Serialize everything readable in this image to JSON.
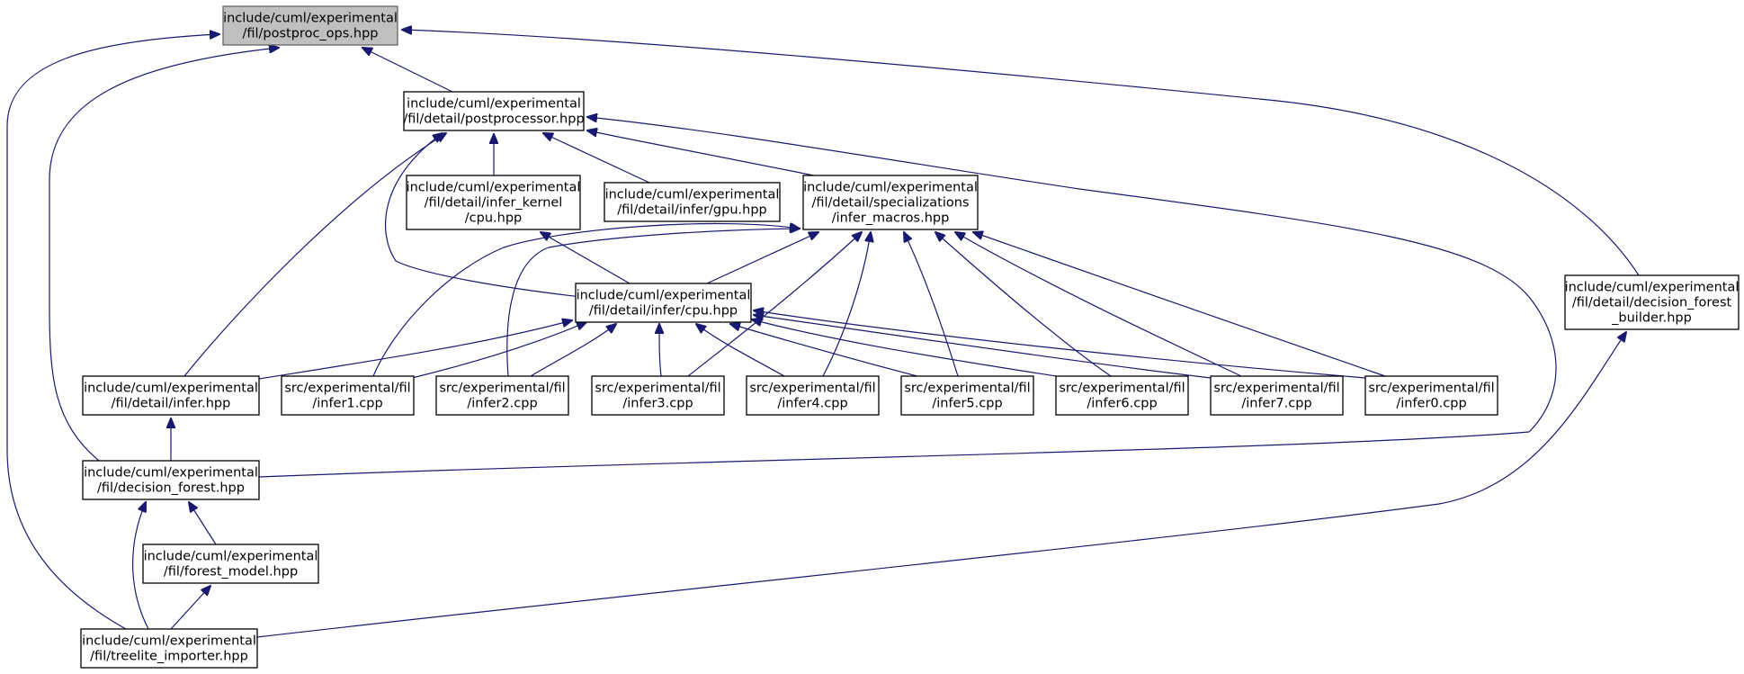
{
  "diagram": {
    "type": "include-dependency-graph",
    "edge_color": "#191970",
    "current_node_fill": "#bfbfbf",
    "nodes": [
      {
        "id": "postproc_ops",
        "lines": [
          "include/cuml/experimental",
          "/fil/postproc_ops.hpp"
        ],
        "current": true
      },
      {
        "id": "postprocessor",
        "lines": [
          "include/cuml/experimental",
          "/fil/detail/postprocessor.hpp"
        ]
      },
      {
        "id": "infer_kernel_cpu",
        "lines": [
          "include/cuml/experimental",
          "/fil/detail/infer_kernel",
          "/cpu.hpp"
        ]
      },
      {
        "id": "infer_gpu",
        "lines": [
          "include/cuml/experimental",
          "/fil/detail/infer/gpu.hpp"
        ]
      },
      {
        "id": "infer_macros",
        "lines": [
          "include/cuml/experimental",
          "/fil/detail/specializations",
          "/infer_macros.hpp"
        ]
      },
      {
        "id": "infer_cpu",
        "lines": [
          "include/cuml/experimental",
          "/fil/detail/infer/cpu.hpp"
        ]
      },
      {
        "id": "decision_forest_builder",
        "lines": [
          "include/cuml/experimental",
          "/fil/detail/decision_forest",
          "_builder.hpp"
        ]
      },
      {
        "id": "detail_infer",
        "lines": [
          "include/cuml/experimental",
          "/fil/detail/infer.hpp"
        ]
      },
      {
        "id": "infer1",
        "lines": [
          "src/experimental/fil",
          "/infer1.cpp"
        ]
      },
      {
        "id": "infer2",
        "lines": [
          "src/experimental/fil",
          "/infer2.cpp"
        ]
      },
      {
        "id": "infer3",
        "lines": [
          "src/experimental/fil",
          "/infer3.cpp"
        ]
      },
      {
        "id": "infer4",
        "lines": [
          "src/experimental/fil",
          "/infer4.cpp"
        ]
      },
      {
        "id": "infer5",
        "lines": [
          "src/experimental/fil",
          "/infer5.cpp"
        ]
      },
      {
        "id": "infer6",
        "lines": [
          "src/experimental/fil",
          "/infer6.cpp"
        ]
      },
      {
        "id": "infer7",
        "lines": [
          "src/experimental/fil",
          "/infer7.cpp"
        ]
      },
      {
        "id": "infer0",
        "lines": [
          "src/experimental/fil",
          "/infer0.cpp"
        ]
      },
      {
        "id": "decision_forest",
        "lines": [
          "include/cuml/experimental",
          "/fil/decision_forest.hpp"
        ]
      },
      {
        "id": "forest_model",
        "lines": [
          "include/cuml/experimental",
          "/fil/forest_model.hpp"
        ]
      },
      {
        "id": "treelite_importer",
        "lines": [
          "include/cuml/experimental",
          "/fil/treelite_importer.hpp"
        ]
      }
    ],
    "edges": [
      {
        "from": "postprocessor",
        "to": "postproc_ops"
      },
      {
        "from": "decision_forest_builder",
        "to": "postproc_ops"
      },
      {
        "from": "decision_forest",
        "to": "postproc_ops"
      },
      {
        "from": "treelite_importer",
        "to": "postproc_ops"
      },
      {
        "from": "infer_kernel_cpu",
        "to": "postprocessor"
      },
      {
        "from": "infer_gpu",
        "to": "postprocessor"
      },
      {
        "from": "infer_macros",
        "to": "postprocessor"
      },
      {
        "from": "infer_cpu",
        "to": "postprocessor"
      },
      {
        "from": "detail_infer",
        "to": "postprocessor"
      },
      {
        "from": "decision_forest",
        "to": "postprocessor"
      },
      {
        "from": "infer_cpu",
        "to": "infer_kernel_cpu"
      },
      {
        "from": "infer_cpu",
        "to": "infer_macros"
      },
      {
        "from": "infer1",
        "to": "infer_macros"
      },
      {
        "from": "infer2",
        "to": "infer_macros"
      },
      {
        "from": "infer3",
        "to": "infer_macros"
      },
      {
        "from": "infer4",
        "to": "infer_macros"
      },
      {
        "from": "infer5",
        "to": "infer_macros"
      },
      {
        "from": "infer6",
        "to": "infer_macros"
      },
      {
        "from": "infer7",
        "to": "infer_macros"
      },
      {
        "from": "infer0",
        "to": "infer_macros"
      },
      {
        "from": "detail_infer",
        "to": "infer_cpu"
      },
      {
        "from": "infer1",
        "to": "infer_cpu"
      },
      {
        "from": "infer2",
        "to": "infer_cpu"
      },
      {
        "from": "infer3",
        "to": "infer_cpu"
      },
      {
        "from": "infer4",
        "to": "infer_cpu"
      },
      {
        "from": "infer5",
        "to": "infer_cpu"
      },
      {
        "from": "infer6",
        "to": "infer_cpu"
      },
      {
        "from": "infer7",
        "to": "infer_cpu"
      },
      {
        "from": "infer0",
        "to": "infer_cpu"
      },
      {
        "from": "decision_forest",
        "to": "detail_infer"
      },
      {
        "from": "forest_model",
        "to": "decision_forest"
      },
      {
        "from": "treelite_importer",
        "to": "decision_forest"
      },
      {
        "from": "treelite_importer",
        "to": "forest_model"
      },
      {
        "from": "treelite_importer",
        "to": "decision_forest_builder"
      }
    ]
  }
}
